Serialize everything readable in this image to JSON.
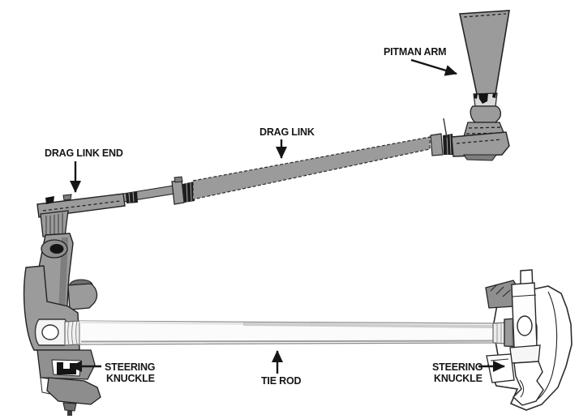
{
  "diagram": {
    "description_labels_visible_only": true,
    "labels": {
      "pitman_arm": "PITMAN ARM",
      "drag_link": "DRAG LINK",
      "drag_link_end": "DRAG LINK END",
      "tie_rod": "TIE ROD",
      "steering_knuckle_left": {
        "line1": "STEERING",
        "line2": "KNUCKLE"
      },
      "steering_knuckle_right": {
        "line1": "STEERING",
        "line2": "KNUCKLE"
      }
    }
  },
  "colors": {
    "background": "#ffffff",
    "part_gray": "#9b9b9b",
    "part_gray_dark": "#7e7e7e",
    "part_gray_light": "#d9d9d9",
    "outline": "#222222",
    "label_text": "#161616",
    "rod_white": "#fbfbfb",
    "rod_shade": "#cdcdcd",
    "thread_dark": "#1d1d1d",
    "detail_black": "#141414",
    "knuckle_white": "#ffffff"
  }
}
